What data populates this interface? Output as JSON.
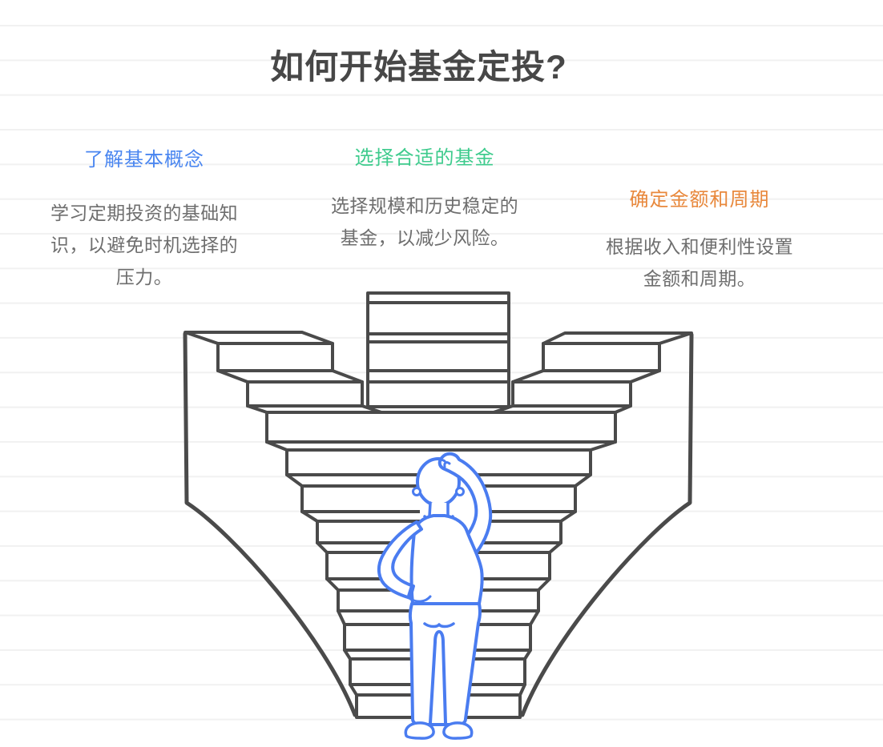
{
  "page": {
    "title": "如何开始基金定投?",
    "title_color": "#474747",
    "background_color": "#ffffff",
    "gridline_color": "#f1f1f1"
  },
  "steps": [
    {
      "label": "了解基本概念",
      "description": "学习定期投资的基础知识，以避免时机选择的压力。",
      "accent_color": "#4a86f0"
    },
    {
      "label": "选择合适的基金",
      "description": "选择规模和历史稳定的基金，以减少风险。",
      "accent_color": "#3ecb8d"
    },
    {
      "label": "确定金额和周期",
      "description": "根据收入和便利性设置金额和周期。",
      "accent_color": "#e8883c"
    }
  ],
  "illustration": {
    "name": "person-pondering-before-funnel-staircase",
    "stair_line_color": "#4a4a4a",
    "person_line_color": "#4a7cf0",
    "text_color": "#6e6e6e"
  }
}
